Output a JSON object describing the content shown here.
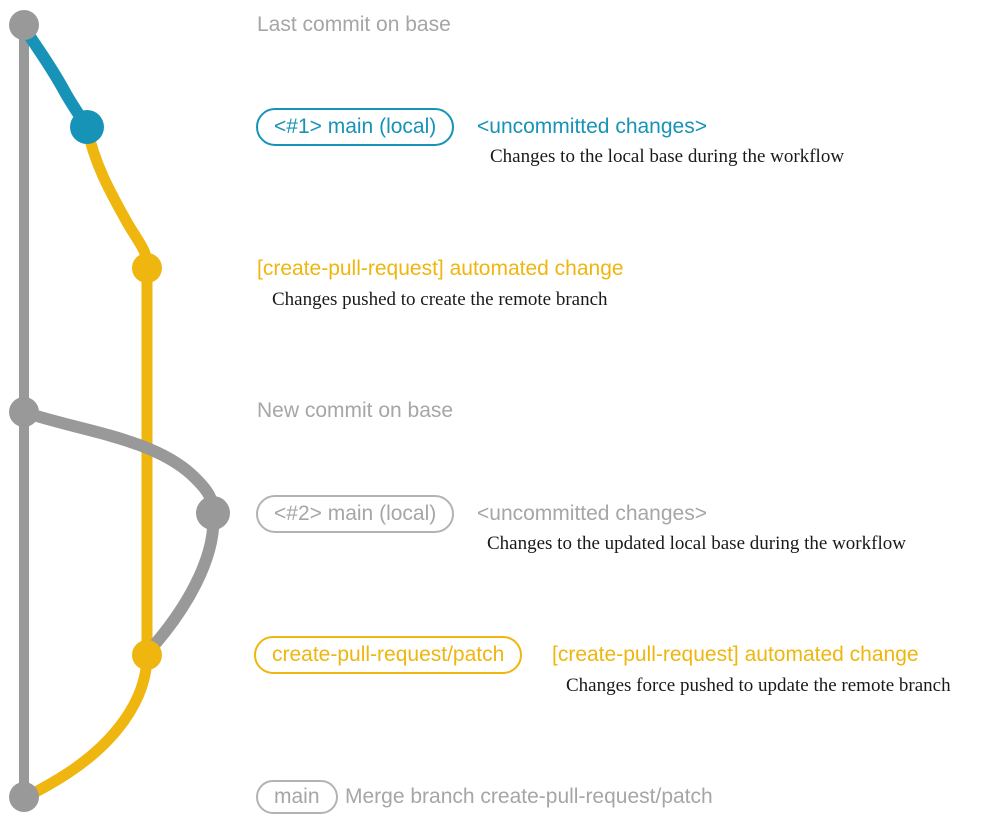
{
  "colors": {
    "base_gray": "#999999",
    "local_blue": "#1793b8",
    "remote_yellow": "#eeb60f",
    "label_gray": "#a6a6a6",
    "box_border_gray": "#b3b3b3",
    "annotation_black": "#1a1a1a"
  },
  "rows": {
    "last_commit": {
      "message": "Last commit on base"
    },
    "commit1": {
      "branch_label": "<#1> main (local)",
      "message": "<uncommitted changes>",
      "annotation": "Changes to the local base during the workflow"
    },
    "push1": {
      "message": "[create-pull-request] automated change",
      "annotation": "Changes pushed to create the remote branch"
    },
    "new_commit": {
      "message": "New commit on base"
    },
    "commit2": {
      "branch_label": "<#2> main (local)",
      "message": "<uncommitted changes>",
      "annotation": "Changes to the updated local base during the workflow"
    },
    "push2": {
      "branch_label": "create-pull-request/patch",
      "message": "[create-pull-request] automated change",
      "annotation": "Changes force pushed to update the remote branch"
    },
    "merge": {
      "branch_label": "main",
      "message": "Merge branch create-pull-request/patch"
    }
  }
}
